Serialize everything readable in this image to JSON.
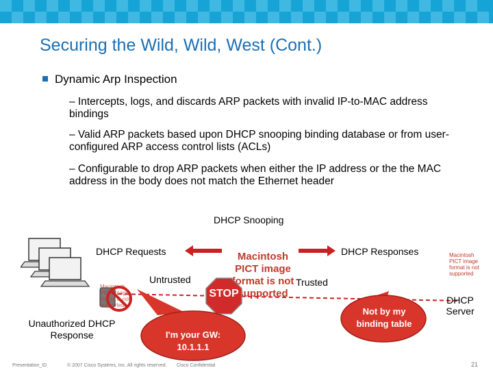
{
  "title": "Securing the Wild, Wild, West (Cont.)",
  "main_bullet": "Dynamic Arp Inspection",
  "sub_bullets": [
    "– Intercepts, logs, and discards ARP packets with invalid IP-to-MAC address bindings",
    "– Valid ARP packets based upon DHCP snooping binding database or from user-configured ARP access control lists (ACLs)",
    "– Configurable to drop ARP packets when either the IP address or the the MAC address in the body does not match the Ethernet header"
  ],
  "diagram": {
    "snooping_label": "DHCP Snooping",
    "requests_label": "DHCP Requests",
    "responses_label": "DHCP Responses",
    "untrusted_label": "Untrusted",
    "trusted_label": "Trusted",
    "unauth_label": "Unauthorized DHCP Response",
    "server_label": "DHCP Server",
    "pict_main": "Macintosh PICT image format is not supported",
    "pict_small_right": "Macintosh PICT image format is not supported",
    "pict_small_left": "Macintosh PICT image format is not supported",
    "stop_label": "STOP",
    "bubble_gw": "I'm your GW: 10.1.1.1",
    "bubble_binding": "Not by my binding table"
  },
  "footer": {
    "left": "Presentation_ID",
    "copyright": "© 2007 Cisco Systems, Inc. All rights reserved.",
    "confidential": "Cisco Confidential",
    "page": "21"
  },
  "colors": {
    "topbar": "#16a4d6",
    "title": "#1a6fb5",
    "arrow_red": "#cc1f1f",
    "bubble_red": "#d9362b"
  }
}
